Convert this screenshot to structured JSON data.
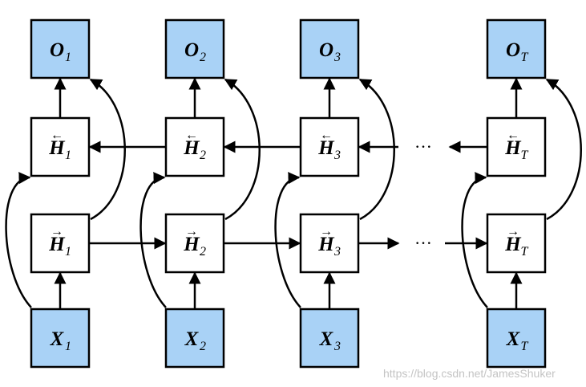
{
  "colors": {
    "io_fill": "#a9d2f6",
    "hidden_fill": "#ffffff",
    "stroke": "#000000"
  },
  "outputs": [
    {
      "letter": "O",
      "sub": "1"
    },
    {
      "letter": "O",
      "sub": "2"
    },
    {
      "letter": "O",
      "sub": "3"
    },
    {
      "letter": "O",
      "sub": "T"
    }
  ],
  "backward_states": [
    {
      "letter": "H",
      "sub": "1",
      "arrow": "←"
    },
    {
      "letter": "H",
      "sub": "2",
      "arrow": "←"
    },
    {
      "letter": "H",
      "sub": "3",
      "arrow": "←"
    },
    {
      "letter": "H",
      "sub": "T",
      "arrow": "←"
    }
  ],
  "forward_states": [
    {
      "letter": "H",
      "sub": "1",
      "arrow": "→"
    },
    {
      "letter": "H",
      "sub": "2",
      "arrow": "→"
    },
    {
      "letter": "H",
      "sub": "3",
      "arrow": "→"
    },
    {
      "letter": "H",
      "sub": "T",
      "arrow": "→"
    }
  ],
  "inputs": [
    {
      "letter": "X",
      "sub": "1"
    },
    {
      "letter": "X",
      "sub": "2"
    },
    {
      "letter": "X",
      "sub": "3"
    },
    {
      "letter": "X",
      "sub": "T"
    }
  ],
  "ellipsis": "···",
  "watermark": "https://blog.csdn.net/JamesShuker"
}
